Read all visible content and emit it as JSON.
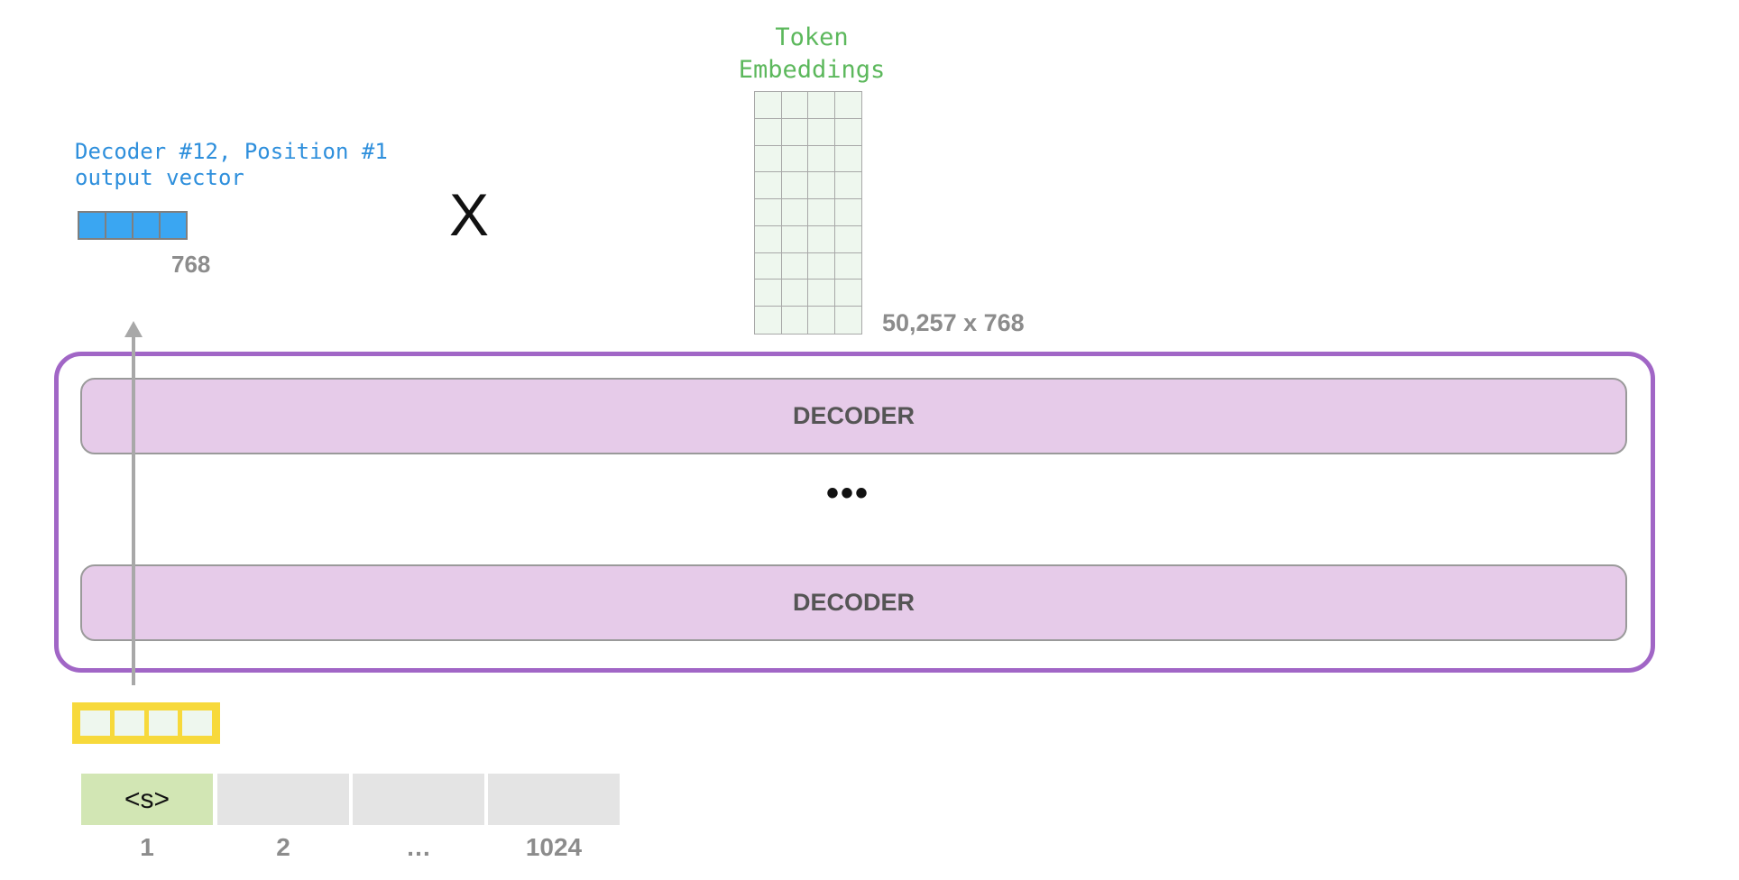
{
  "embeddings": {
    "title": "Token\nEmbeddings",
    "dims": "50,257 x 768",
    "color": "#5cb85c"
  },
  "output_vector": {
    "title": "Decoder #12, Position #1\noutput vector",
    "dims": "768",
    "color": "#3aa6f2"
  },
  "operator": "X",
  "decoders": {
    "top_label": "DECODER",
    "bottom_label": "DECODER",
    "ellipsis": "•••",
    "stack_color": "#a166c6",
    "fill_color": "#e6cbe9"
  },
  "input_vector": {
    "color": "#f7d93b"
  },
  "tokens": [
    {
      "text": "<s>",
      "position": "1"
    },
    {
      "text": "",
      "position": "2"
    },
    {
      "text": "",
      "position": "…"
    },
    {
      "text": "",
      "position": "1024"
    }
  ]
}
